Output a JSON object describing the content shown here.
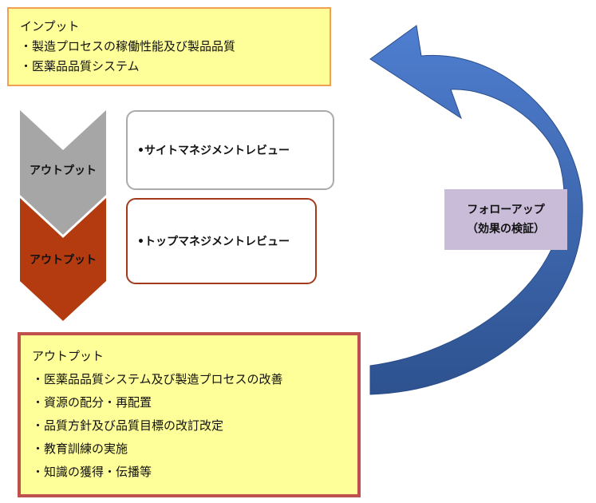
{
  "input": {
    "title": "インプット",
    "items": [
      "・製造プロセスの稼働性能及び製品品質",
      "・医薬品品質システム"
    ]
  },
  "chevrons": [
    {
      "label": "アウトプット",
      "color": "#a6a6a6"
    },
    {
      "label": "アウトプット",
      "color": "#b03a10"
    }
  ],
  "reviews": [
    {
      "label": "•サイトマネジメントレビュー"
    },
    {
      "label": "•トップマネジメントレビュー"
    }
  ],
  "followup": {
    "line1": "フォローアップ",
    "line2": "（効果の検証）"
  },
  "output": {
    "title": "アウトプット",
    "items": [
      "・医薬品品質システム及び製造プロセスの改善",
      "・資源の配分・再配置",
      "・品質方針及び品質目標の改訂改定",
      "・教育訓練の実施",
      "・知識の獲得・伝播等"
    ]
  },
  "colors": {
    "arrow": "#4a73c0",
    "arrow_dark": "#2f4f8f",
    "followup_bg": "#c9bcd9"
  }
}
